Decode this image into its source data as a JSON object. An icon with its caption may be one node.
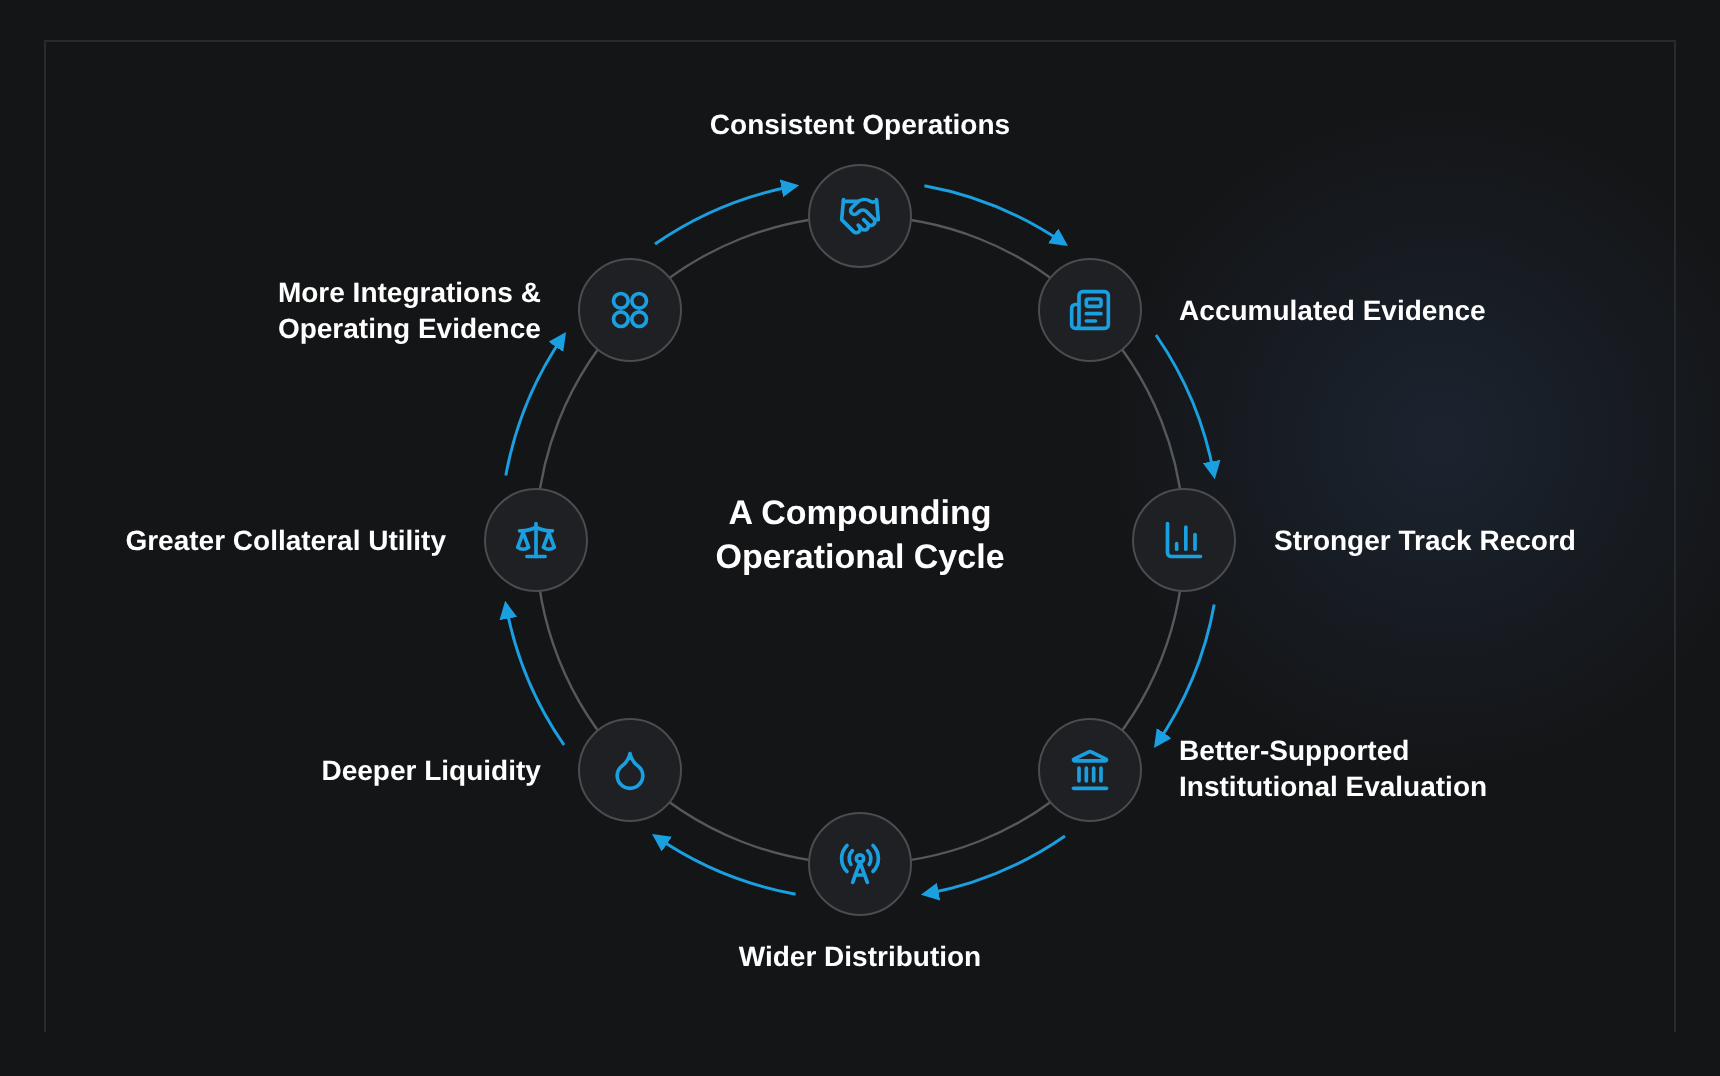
{
  "diagram": {
    "title": "A Compounding Operational Cycle",
    "nodes": [
      {
        "text": [
          "Consistent Operations"
        ]
      },
      {
        "text": [
          "Accumulated Evidence"
        ]
      },
      {
        "text": [
          "Stronger Track Record"
        ]
      },
      {
        "text": [
          "Better-Supported Institutional Evaluation"
        ]
      },
      {
        "text": [
          "Wider Distribution"
        ]
      },
      {
        "text": [
          "Deeper Liquidity"
        ]
      },
      {
        "text": [
          "Greater Collateral Utility"
        ]
      },
      {
        "text": [
          "More Integrations & Operating Evidence"
        ]
      }
    ],
    "edges": [
      {
        "from": 0,
        "to": 1,
        "arrow": "to"
      },
      {
        "from": 1,
        "to": 2,
        "arrow": "to"
      },
      {
        "from": 2,
        "to": 3,
        "arrow": "to"
      },
      {
        "from": 3,
        "to": 4,
        "arrow": "to"
      },
      {
        "from": 4,
        "to": 5,
        "arrow": "to"
      },
      {
        "from": 5,
        "to": 6,
        "arrow": "to"
      },
      {
        "from": 6,
        "to": 7,
        "arrow": "to"
      },
      {
        "from": 7,
        "to": 0,
        "arrow": "to"
      }
    ]
  }
}
